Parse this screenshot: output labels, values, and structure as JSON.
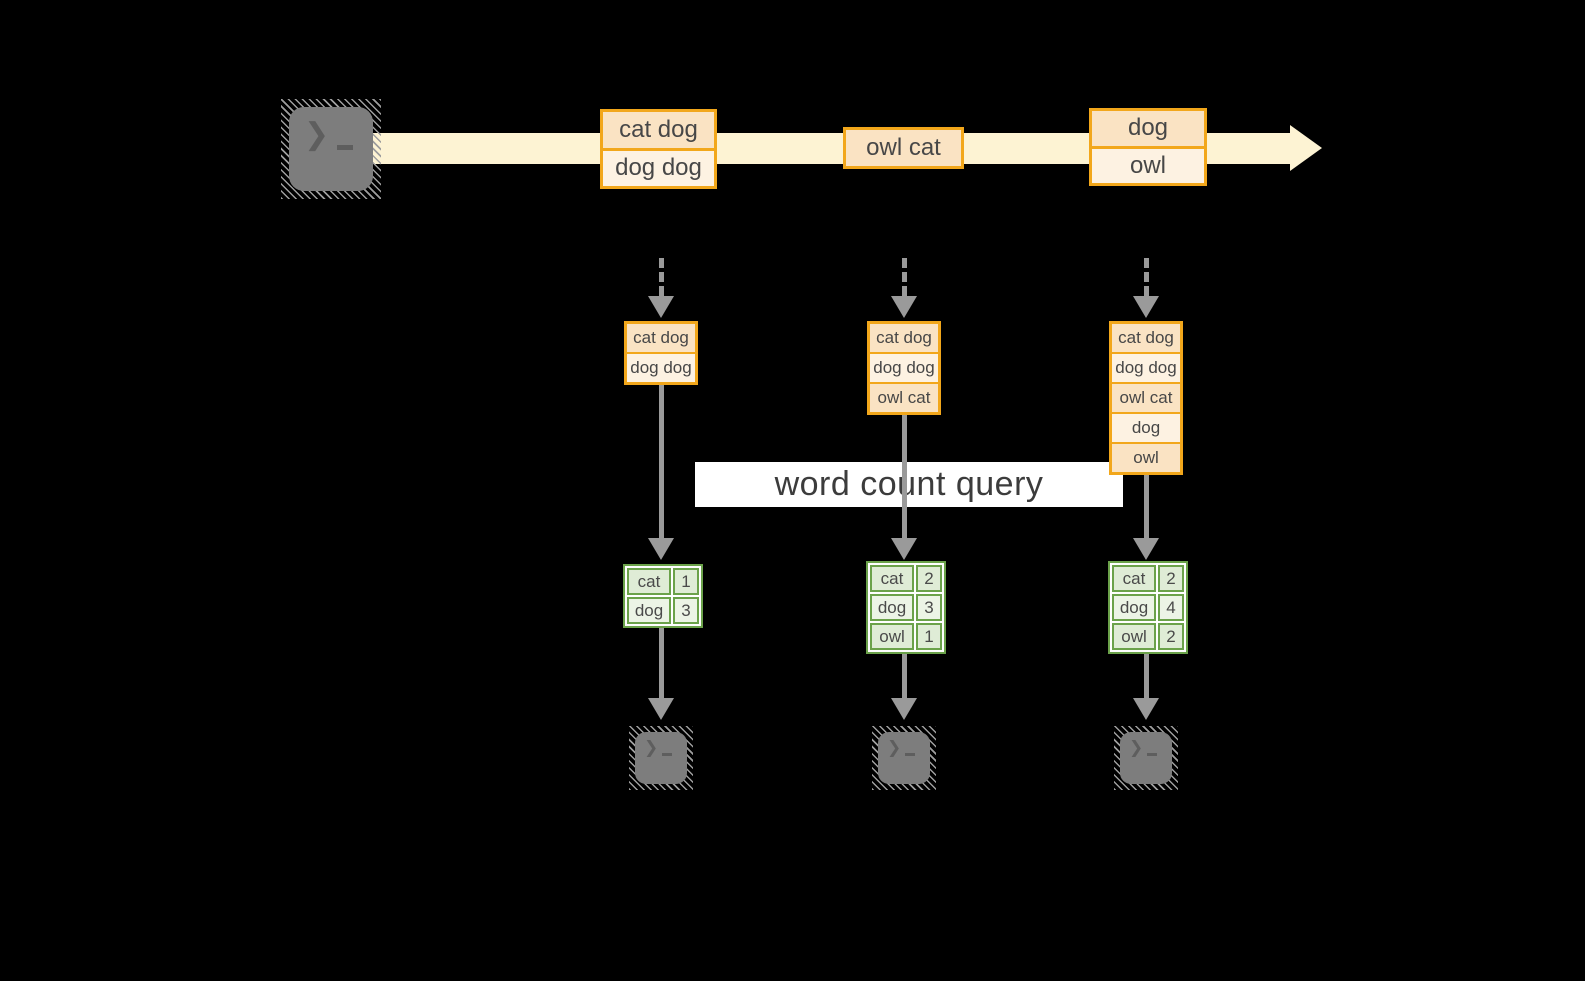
{
  "title_query": "word count query",
  "stream_batches": [
    {
      "cells": [
        "cat dog",
        "dog dog"
      ]
    },
    {
      "cells": [
        "owl cat"
      ]
    },
    {
      "cells": [
        "dog",
        "owl"
      ]
    }
  ],
  "columns": [
    {
      "buffer": [
        "cat dog",
        "dog dog"
      ],
      "counts": [
        {
          "word": "cat",
          "value": "1"
        },
        {
          "word": "dog",
          "value": "3"
        }
      ]
    },
    {
      "buffer": [
        "cat dog",
        "dog dog",
        "owl cat"
      ],
      "counts": [
        {
          "word": "cat",
          "value": "2"
        },
        {
          "word": "dog",
          "value": "3"
        },
        {
          "word": "owl",
          "value": "1"
        }
      ]
    },
    {
      "buffer": [
        "cat dog",
        "dog dog",
        "owl cat",
        "dog",
        "owl"
      ],
      "counts": [
        {
          "word": "cat",
          "value": "2"
        },
        {
          "word": "dog",
          "value": "4"
        },
        {
          "word": "owl",
          "value": "2"
        }
      ]
    }
  ],
  "icons": {
    "terminal_glyph": "❯"
  },
  "colors": {
    "background": "#000000",
    "stream_band": "#fdf3d3",
    "event_border": "#f2a71b",
    "event_fill_dark": "#fae3c3",
    "event_fill_light": "#fdf2e2",
    "table_border": "#6ba24a",
    "table_fill_dark": "#dfecd6",
    "table_fill_light": "#ecf4e6",
    "arrow_gray": "#9a9a9a",
    "terminal_gray": "#7d7d7d",
    "text": "#474747"
  }
}
